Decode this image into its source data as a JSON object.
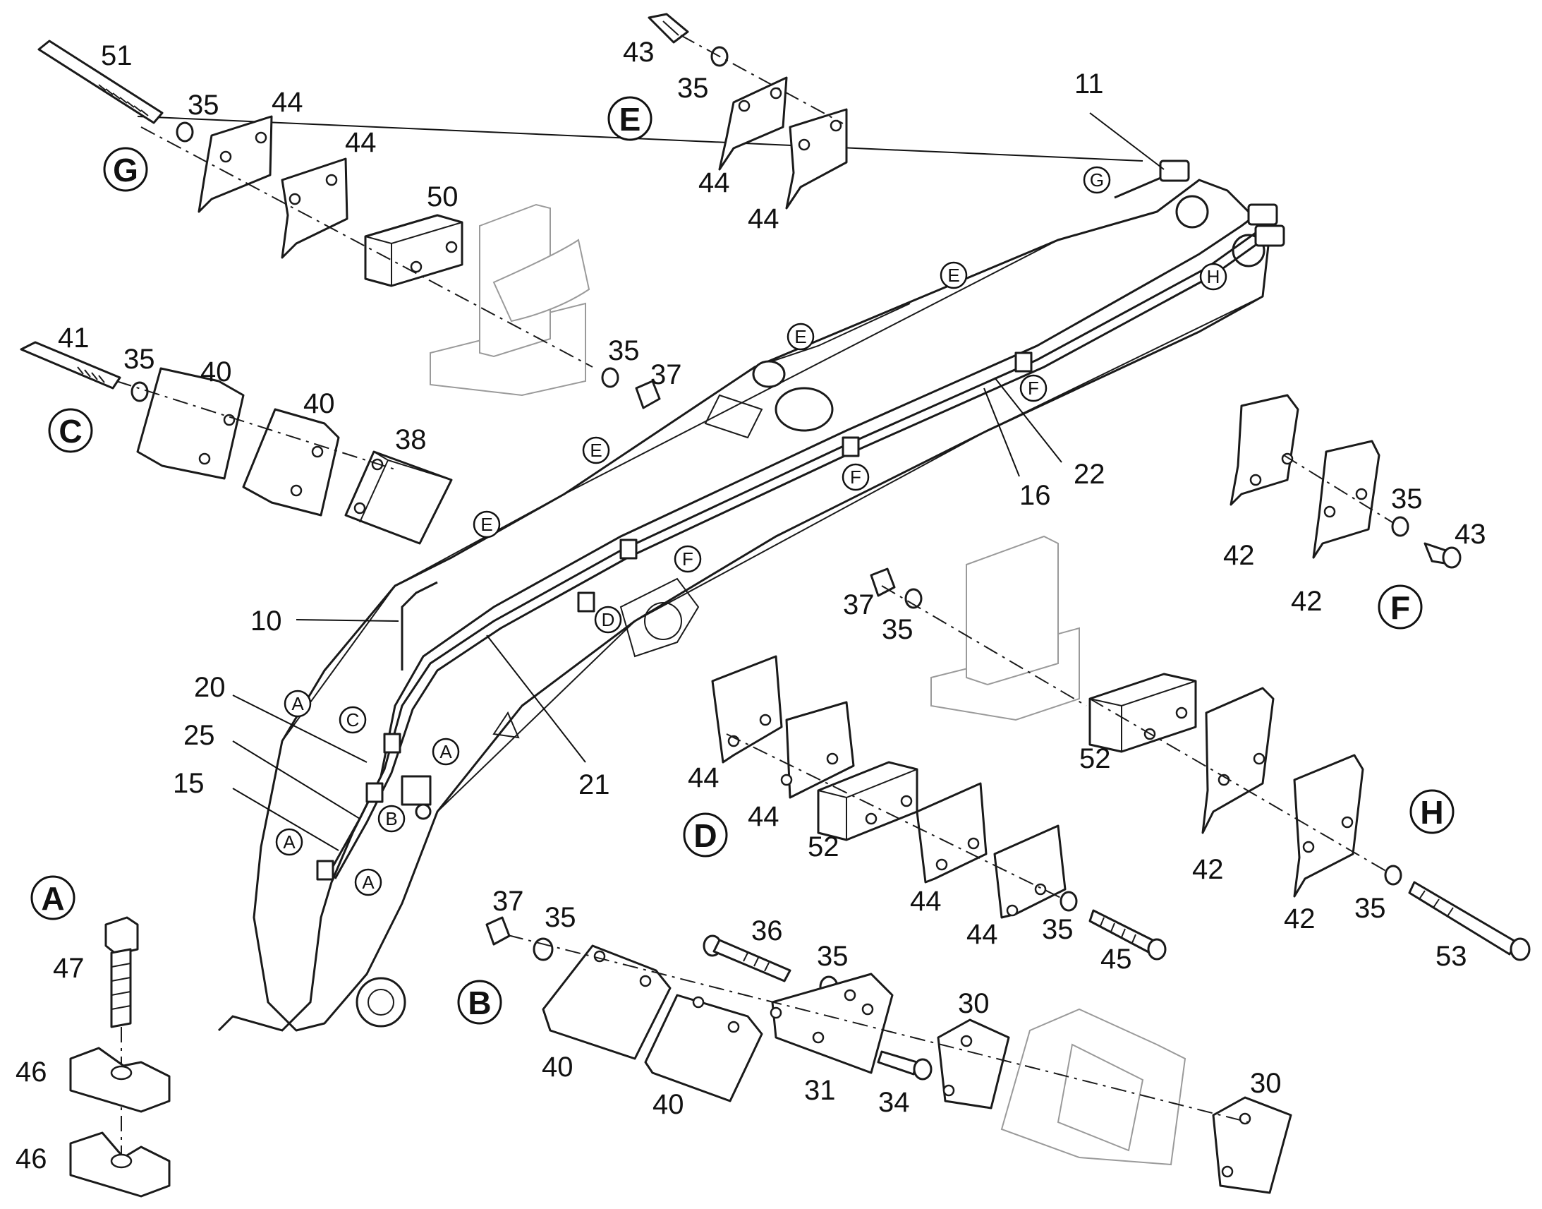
{
  "views": {
    "A": "A",
    "B": "B",
    "C": "C",
    "D": "D",
    "E": "E",
    "F": "F",
    "G": "G",
    "H": "H"
  },
  "boom_markers": {
    "G": "G",
    "H": "H",
    "E": "E",
    "F": "F",
    "D": "D",
    "C": "C",
    "A": "A",
    "B": "B"
  },
  "callouts": {
    "p10": "10",
    "p11": "11",
    "p15": "15",
    "p16": "16",
    "p20": "20",
    "p21": "21",
    "p22": "22",
    "p25": "25",
    "p30": "30",
    "p31": "31",
    "p34": "34",
    "p35": "35",
    "p36": "36",
    "p37": "37",
    "p38": "38",
    "p40": "40",
    "p41": "41",
    "p42": "42",
    "p43": "43",
    "p44": "44",
    "p45": "45",
    "p46": "46",
    "p47": "47",
    "p50": "50",
    "p51": "51",
    "p52": "52",
    "p53": "53"
  }
}
